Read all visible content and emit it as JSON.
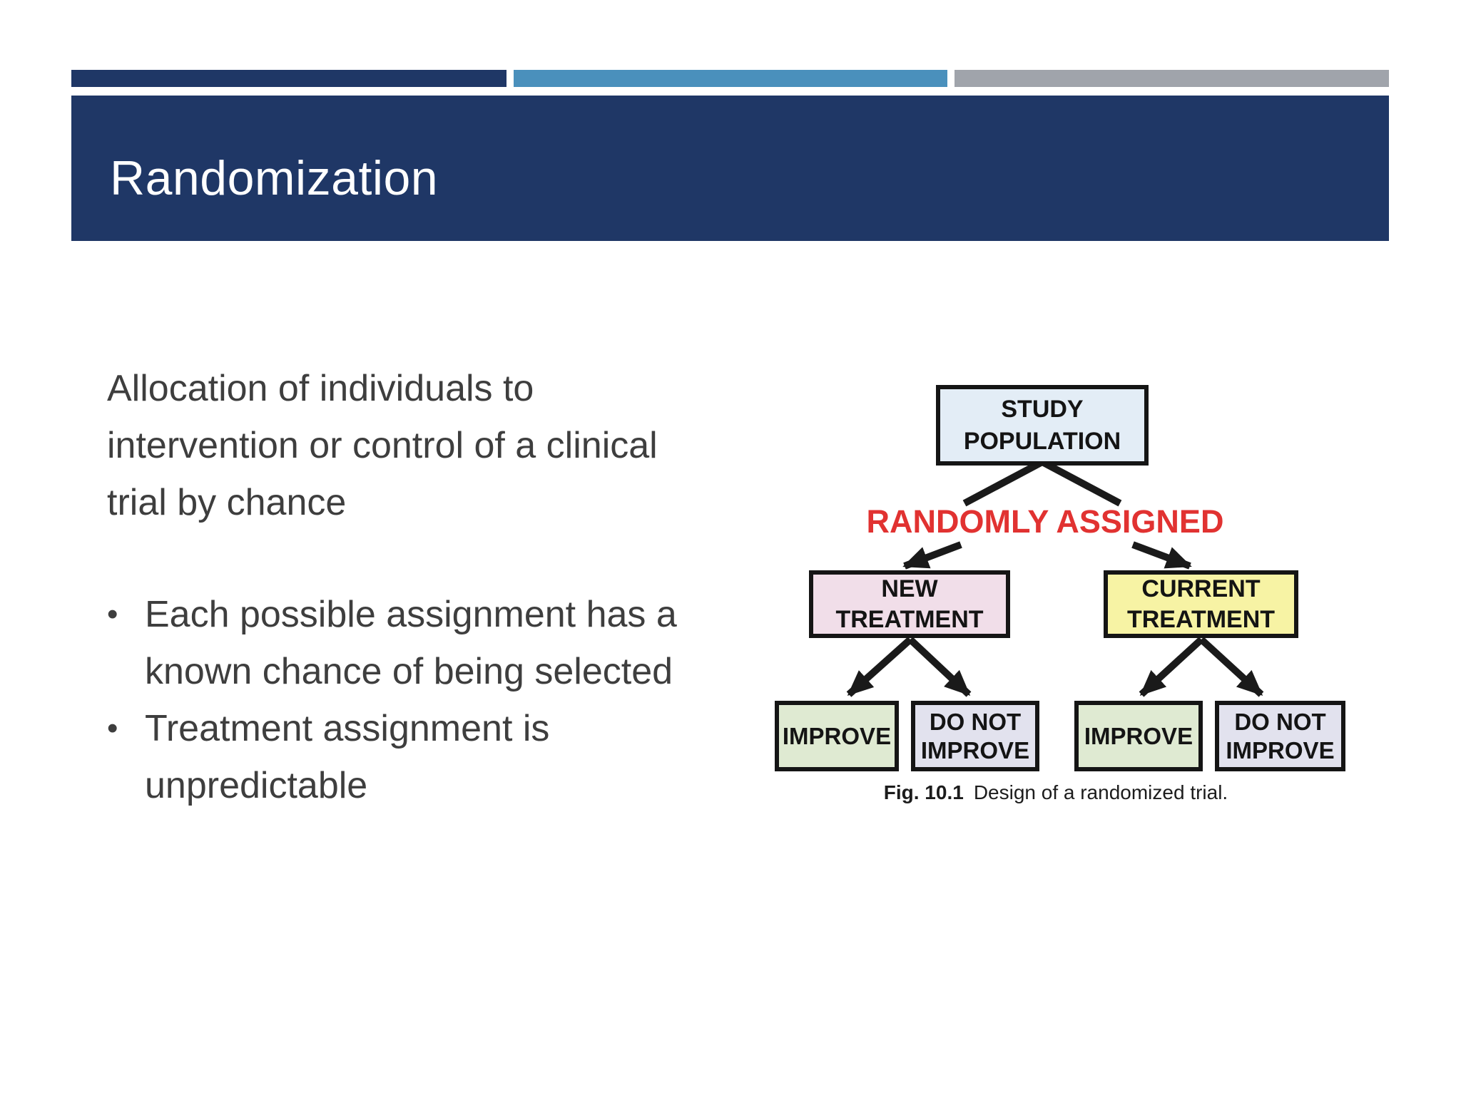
{
  "slide": {
    "title": "Randomization",
    "accent_bars": {
      "bar1_color": "#1f3766",
      "bar2_color": "#4a90bc",
      "bar3_color": "#a0a4ab"
    },
    "title_bg": "#1f3766",
    "body": {
      "bullet_char": "•",
      "paragraph": "Allocation of individuals to\nintervention or control of a clinical\ntrial by chance",
      "bullets": [
        "Each possible assignment has a\nknown chance of being selected",
        "Treatment assignment is\nunpredictable"
      ]
    }
  },
  "figure": {
    "randomly_assigned": {
      "label": "RANDOMLY ASSIGNED",
      "color": "#e13231"
    },
    "nodes": {
      "study_population": {
        "label": "STUDY\nPOPULATION",
        "fill": "#e3edf6"
      },
      "new_treatment": {
        "label": "NEW\nTREATMENT",
        "fill": "#f1dee9"
      },
      "current_treatment": {
        "label": "CURRENT\nTREATMENT",
        "fill": "#f7f3a4"
      },
      "improve_left": {
        "label": "IMPROVE",
        "fill": "#dfead2"
      },
      "do_not_improve_left": {
        "label": "DO NOT\nIMPROVE",
        "fill": "#e2e2ee"
      },
      "improve_right": {
        "label": "IMPROVE",
        "fill": "#dfead2"
      },
      "do_not_improve_right": {
        "label": "DO NOT\nIMPROVE",
        "fill": "#e2e2ee"
      }
    },
    "caption": {
      "prefix": "Fig. 10.1",
      "text": "Design of a randomized trial."
    }
  }
}
